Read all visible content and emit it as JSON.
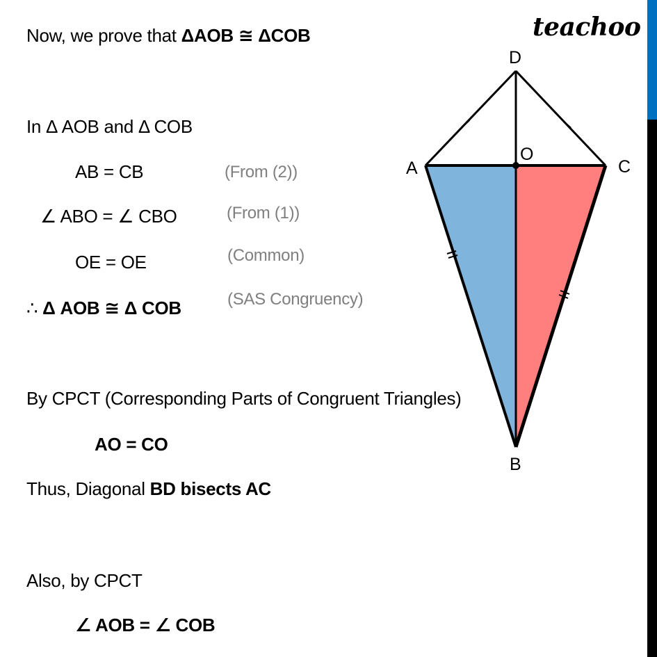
{
  "logo": "teachoo",
  "lines": {
    "intro_prefix": "Now, we prove that ",
    "intro_bold": "ΔAOB ≅ ΔCOB",
    "in_triangles": "In Δ AOB and Δ COB",
    "stmt1": "AB = CB",
    "reason1": "(From (2))",
    "stmt2": "∠ ABO = ∠ CBO",
    "reason2": "(From (1))",
    "stmt3": "OE = OE",
    "reason3": "(Common)",
    "conclusion_therefore": "∴ ",
    "conclusion_bold": "Δ AOB  ≅ Δ COB",
    "reason4": "(SAS Congruency)",
    "cpct": "By CPCT (Corresponding Parts of Congruent Triangles)",
    "result1": "AO = CO",
    "thus_prefix": "Thus, Diagonal ",
    "thus_bold": "BD bisects AC",
    "also": "Also, by CPCT",
    "result2": "∠ AOB = ∠ COB"
  },
  "figure": {
    "labels": {
      "A": "A",
      "B": "B",
      "C": "C",
      "D": "D",
      "O": "O"
    },
    "colors": {
      "left_fill": "#7fb4dd",
      "right_fill": "#ff7f7f",
      "stroke": "#000000"
    }
  },
  "sidebar": {
    "accent": "#0070c0"
  }
}
